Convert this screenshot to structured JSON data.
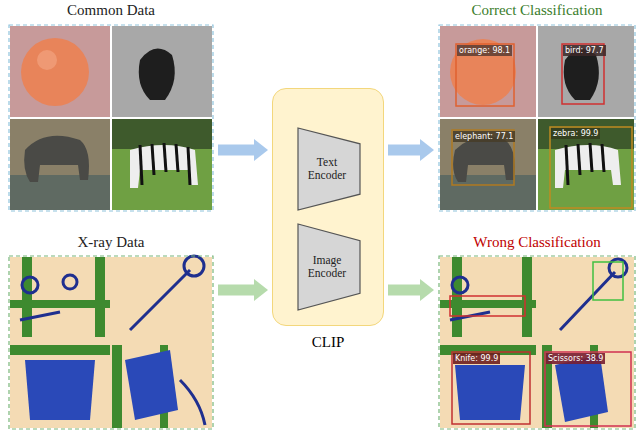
{
  "diagram": {
    "nodes": [
      {
        "text": [
          "Common Data"
        ]
      },
      {
        "text": [
          "X-ray Data"
        ]
      },
      {
        "text": [
          "CLIP"
        ]
      },
      {
        "text": [
          "Text Encoder"
        ],
        "in": 2
      },
      {
        "text": [
          "Image Encoder"
        ],
        "in": 2
      },
      {
        "text": [
          "Correct Classification"
        ]
      },
      {
        "text": [
          "Wrong Classification"
        ]
      }
    ],
    "edges": [
      {
        "from": 0,
        "to": 2,
        "arrow": "to"
      },
      {
        "from": 1,
        "to": 2,
        "arrow": "to"
      },
      {
        "from": 2,
        "to": 5,
        "arrow": "to"
      },
      {
        "from": 2,
        "to": 6,
        "arrow": "to"
      }
    ],
    "labels": [
      "orange: 98.1",
      "bird: 97.7",
      "elephant: 77.1",
      "zebra: 99.9",
      "Knife: 99.9",
      "Scissors: 38.9"
    ]
  }
}
